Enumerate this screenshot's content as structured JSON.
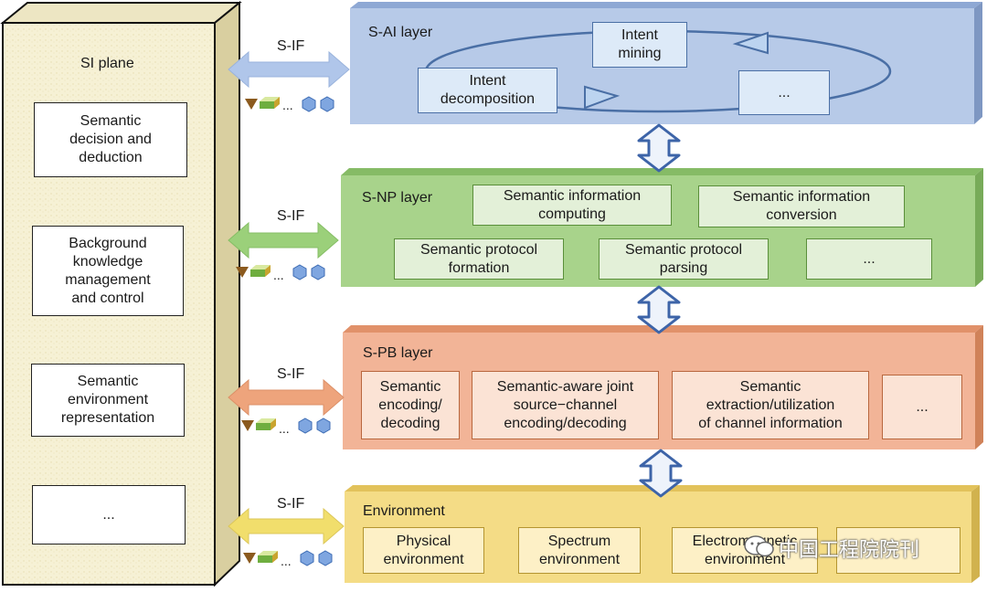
{
  "si_plane": {
    "title": "SI plane",
    "boxes": [
      "Semantic\ndecision and\ndeduction",
      "Background\nknowledge\nmanagement\nand control",
      "Semantic\nenvironment\nrepresentation",
      "..."
    ]
  },
  "interface": {
    "label": "S-IF",
    "ellipsis": "..."
  },
  "layers": {
    "sai": {
      "title": "S-AI layer",
      "color": "#b4c7e7",
      "items": [
        "Intent\nmining",
        "Intent\ndecomposition",
        "..."
      ]
    },
    "snp": {
      "title": "S-NP layer",
      "color": "#a9d18e",
      "items": [
        "Semantic information\ncomputing",
        "Semantic information\nconversion",
        "Semantic protocol\nformation",
        "Semantic protocol\nparsing",
        "..."
      ]
    },
    "spb": {
      "title": "S-PB layer",
      "color": "#f4b183",
      "items": [
        "Semantic\nencoding/\ndecoding",
        "Semantic-aware joint\nsource−channel\nencoding/decoding",
        "Semantic\nextraction/utilization\nof channel information",
        "..."
      ]
    },
    "env": {
      "title": "Environment",
      "color": "#ffe699",
      "items": [
        "Physical\nenvironment",
        "Spectrum\nenvironment",
        "Electromagnetic\nenvironment",
        ""
      ]
    }
  },
  "watermark": "中国工程院院刊"
}
